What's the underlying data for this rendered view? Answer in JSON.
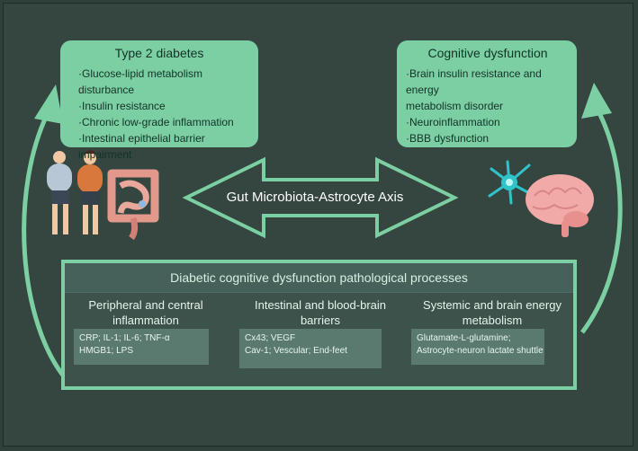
{
  "type2": {
    "title": "Type 2 diabetes",
    "items": [
      "·Glucose-lipid metabolism disturbance",
      "·Insulin resistance",
      "·Chronic low-grade inflammation",
      "·Intestinal epithelial barrier impairment"
    ]
  },
  "cognitive": {
    "title": "Cognitive dysfunction",
    "items": [
      "·Brain insulin resistance and energy",
      "metabolism disorder",
      "·Neuroinflammation",
      "·BBB dysfunction"
    ]
  },
  "axis": {
    "label": "Gut Microbiota-Astrocyte Axis"
  },
  "pathology": {
    "title": "Diabetic cognitive dysfunction pathological processes",
    "columns": [
      {
        "title_lines": [
          "Peripheral and central",
          "inflammation"
        ],
        "card_lines": [
          "CRP;  IL-1;  IL-6;  TNF-α",
          "HMGB1;  LPS"
        ]
      },
      {
        "title_lines": [
          "Intestinal and blood-brain",
          "barriers"
        ],
        "card_lines": [
          "Cx43;  VEGF",
          "Cav-1;  Vescular;  End-feet"
        ]
      },
      {
        "title_lines": [
          "Systemic and brain energy",
          "metabolism"
        ],
        "card_lines": [
          "Glutamate-L-glutamine;",
          "Astrocyte-neuron lactate shuttle"
        ]
      }
    ]
  },
  "colors": {
    "accent": "#7ccfa3",
    "background": "#34463f"
  },
  "icons": [
    "obese-people-icon",
    "intestine-icon",
    "astrocyte-icon",
    "brain-icon"
  ]
}
